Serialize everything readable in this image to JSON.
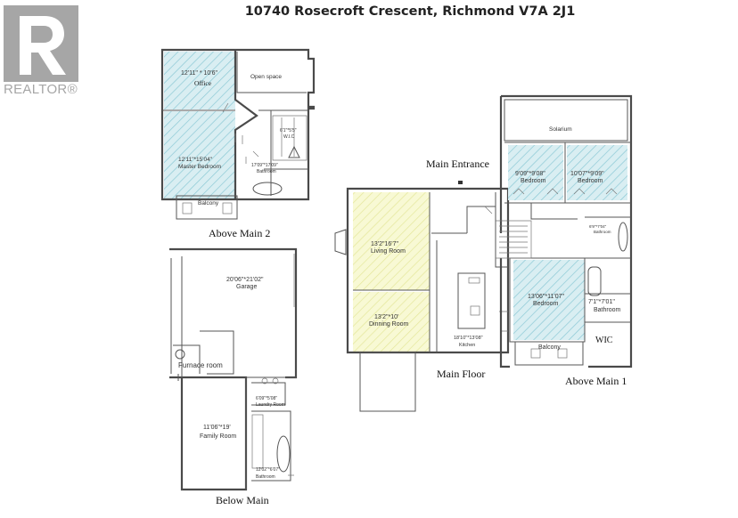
{
  "title": "10740 Rosecroft Crescent, Richmond V7A 2J1",
  "logo": {
    "icon": "realtor-r-logo",
    "text": "REALTOR®"
  },
  "colors": {
    "hatch_blue": "#9fd2dc",
    "hatch_yellow": "#f3f5b8",
    "wall": "#4a4a4a",
    "logo_gray": "#a6a6a6"
  },
  "plans": {
    "above_main_2": {
      "caption": "Above Main 2",
      "rooms": {
        "office_dims": "12'11\" * 10'6\"",
        "office_name": "Office",
        "open_space": "Open space",
        "wic_dims": "6'1\"*5'5\"",
        "wic_name": "W.I.C",
        "master_dims": "12'11\"*15'04\"",
        "master_name": "Master Bedroom",
        "bath_dims": "17'09\"*17'09\"",
        "bath_name": "Bathroom",
        "balcony": "Balcony"
      }
    },
    "below_main": {
      "caption": "Below Main",
      "rooms": {
        "garage_dims": "20'06\"*21'02\"",
        "garage_name": "Garage",
        "furnace": "Furnace room",
        "laundry_dims": "6'09\"*5'08\"",
        "laundry_name": "Laundry Room",
        "family_dims": "11'06\"*19'",
        "family_name": "Family Room",
        "bath_dims": "12'02\"*6'07\"",
        "bath_name": "Bathroom"
      }
    },
    "main_floor": {
      "caption": "Main Floor",
      "entrance": "Main Entrance",
      "rooms": {
        "living_dims": "13'2\"16'7\"",
        "living_name": "Living Room",
        "dining_dims": "13'2\"*10'",
        "dining_name": "Dinning Room",
        "kitchen_dims": "18'10\"*13'08\"",
        "kitchen_name": "Kitchen"
      }
    },
    "above_main_1": {
      "caption": "Above Main 1",
      "rooms": {
        "solarium": "Solarium",
        "bed1_dims": "9'09\"*9'08\"",
        "bed1_name": "Bedroom",
        "bed2_dims": "10'07\"*9'09\"",
        "bed2_name": "Bedroom",
        "bath1_dims": "6'9\"*7'04\"",
        "bath1_name": "Bathroom",
        "bed3_dims": "13'06\"*11'07\"",
        "bed3_name": "Bedroom",
        "bath2_dims": "7'1\"*7'01\"",
        "bath2_name": "Bathroom",
        "wic": "WIC",
        "balcony": "Balcony"
      }
    }
  }
}
